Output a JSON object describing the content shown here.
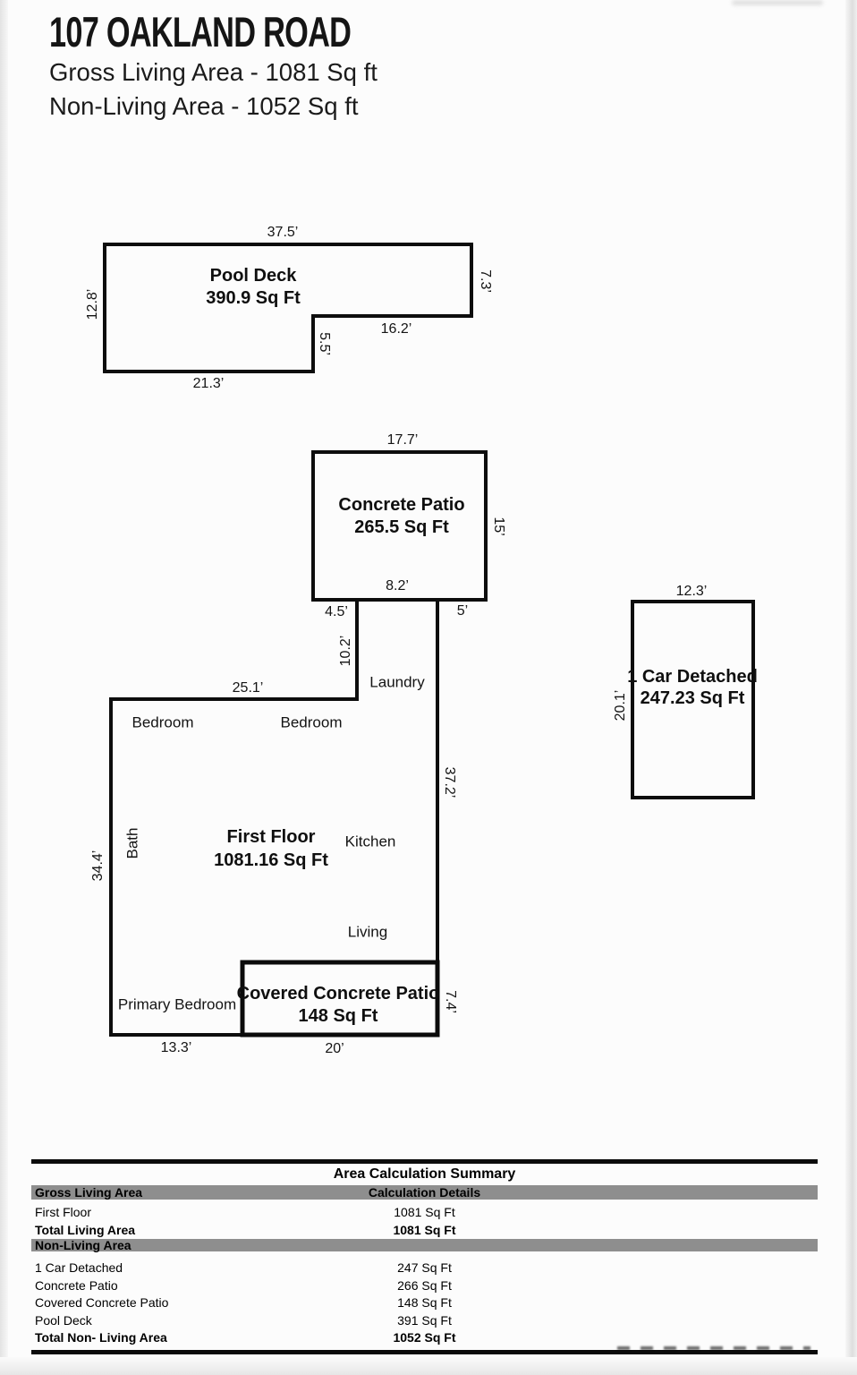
{
  "header": {
    "title": "107 OAKLAND ROAD",
    "subtitle_living": "Gross Living Area - 1081 Sq ft",
    "subtitle_nonliving": "Non-Living Area - 1052 Sq ft"
  },
  "diagram": {
    "pool_deck": {
      "name": "Pool Deck",
      "area": "390.9 Sq Ft",
      "dim_top": "37.5’",
      "dim_left": "12.8’",
      "dim_right": "7.3’",
      "dim_inner": "16.2’",
      "dim_notch": "5.5’",
      "dim_bottom": "21.3’"
    },
    "concrete_patio": {
      "name": "Concrete Patio",
      "area": "265.5 Sq Ft",
      "dim_top": "17.7’",
      "dim_right": "15’",
      "dim_bottom_inner": "8.2’",
      "dim_bottom_left": "4.5’",
      "dim_bottom_right": "5’"
    },
    "laundry": {
      "label": "Laundry",
      "dim_left": "10.2’"
    },
    "garage": {
      "name": "1 Car Detached",
      "area": "247.23 Sq Ft",
      "dim_top": "12.3’",
      "dim_left": "20.1’"
    },
    "first_floor": {
      "name": "First Floor",
      "area": "1081.16 Sq Ft",
      "dim_top": "25.1’",
      "dim_left": "34.4’",
      "dim_right": "37.2’",
      "dim_bottom_left": "13.3’",
      "dim_bottom_right": "20’",
      "rooms": {
        "bedroom1": "Bedroom",
        "bedroom2": "Bedroom",
        "bath": "Bath",
        "kitchen": "Kitchen",
        "living": "Living",
        "primary_bedroom": "Primary Bedroom"
      }
    },
    "covered_patio": {
      "name": "Covered Concrete Patio",
      "area": "148 Sq Ft",
      "dim_right": "7.4’"
    }
  },
  "summary_table": {
    "title": "Area Calculation Summary",
    "living_header": "Gross Living Area",
    "details_header": "Calculation Details",
    "living_rows": [
      {
        "label": "First Floor",
        "value": "1081 Sq Ft"
      }
    ],
    "living_total": {
      "label": "Total Living Area",
      "value": "1081 Sq Ft"
    },
    "nonliving_header": "Non-Living Area",
    "nonliving_rows": [
      {
        "label": "1 Car Detached",
        "value": "247 Sq Ft"
      },
      {
        "label": "Concrete Patio",
        "value": "266 Sq Ft"
      },
      {
        "label": "Covered Concrete Patio",
        "value": "148 Sq Ft"
      },
      {
        "label": "Pool Deck",
        "value": "391 Sq Ft"
      }
    ],
    "nonliving_total": {
      "label": "Total Non- Living Area",
      "value": "1052 Sq Ft"
    },
    "colors": {
      "section_bar": "#8e8e8e",
      "rule": "#0b0b0b"
    }
  }
}
